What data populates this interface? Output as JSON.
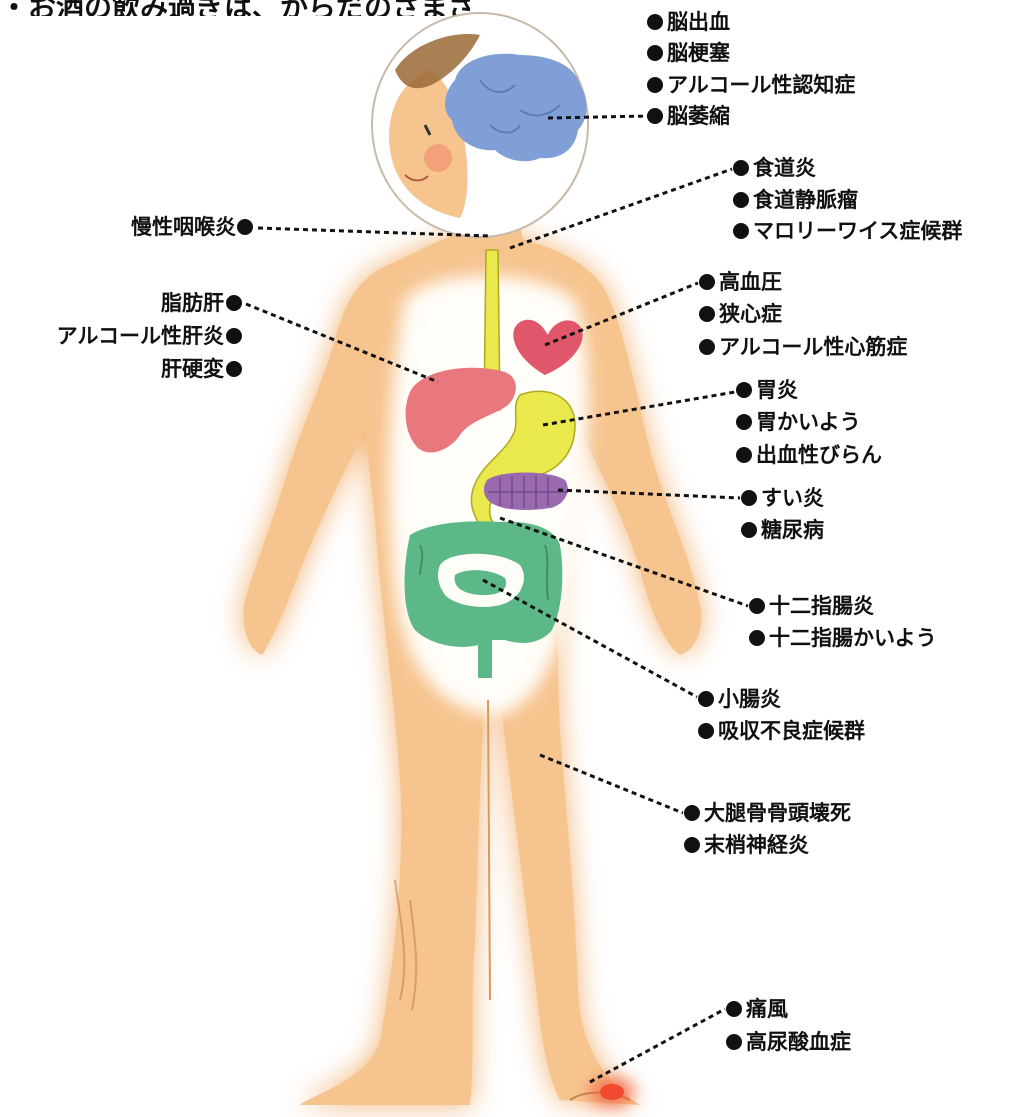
{
  "caption": "・お酒の飲み過ぎは、からだのさまざまな所に悪影響を及ぼします",
  "colors": {
    "skin": "#f6c48f",
    "skin_glow": "#f0a55c",
    "brain": "#7f9fd6",
    "heart": "#e0566a",
    "liver": "#e9787e",
    "stomach": "#e9e84d",
    "pancreas": "#9a6ab1",
    "intestine": "#5db888",
    "hair": "#9a6a36",
    "label": "#111111"
  },
  "icons": [
    "brain-icon",
    "heart-icon",
    "liver-icon",
    "stomach-icon",
    "pancreas-icon",
    "intestine-icon",
    "esophagus-icon",
    "inflamed-toe-icon"
  ],
  "groups": {
    "brain": [
      "脳出血",
      "脳梗塞",
      "アルコール性認知症",
      "脳萎縮"
    ],
    "esophagus": [
      "食道炎",
      "食道静脈瘤",
      "マロリーワイス症候群"
    ],
    "pharynx": [
      "慢性咽喉炎"
    ],
    "liver": [
      "脂肪肝",
      "アルコール性肝炎",
      "肝硬変"
    ],
    "heart": [
      "高血圧",
      "狭心症",
      "アルコール性心筋症"
    ],
    "stomach": [
      "胃炎",
      "胃かいよう",
      "出血性びらん"
    ],
    "pancreas": [
      "すい炎",
      "糖尿病"
    ],
    "duodenum": [
      "十二指腸炎",
      "十二指腸かいよう"
    ],
    "small_intestine": [
      "小腸炎",
      "吸収不良症候群"
    ],
    "bone_nerve": [
      "大腿骨骨頭壊死",
      "末梢神経炎"
    ],
    "foot": [
      "痛風",
      "高尿酸血症"
    ]
  }
}
